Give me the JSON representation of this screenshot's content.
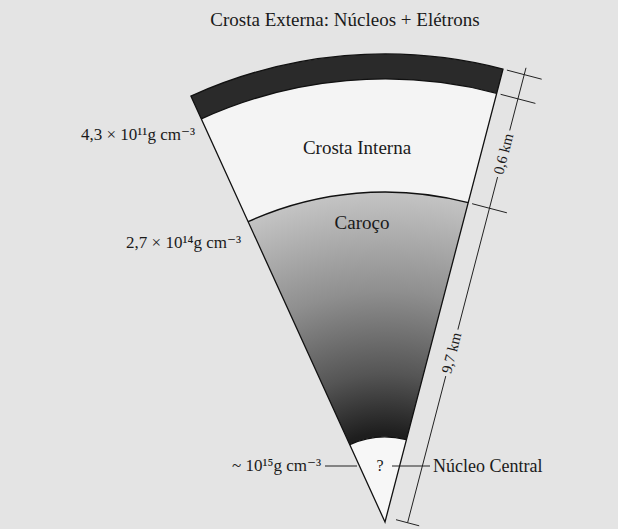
{
  "diagram": {
    "title": "Crosta Externa: Núcleos + Elétrons",
    "nodes": [
      {
        "text": [
          "Crosta Interna"
        ]
      },
      {
        "text": [
          "Caroço"
        ]
      },
      {
        "text": [
          "?"
        ]
      }
    ],
    "labels": [
      "4,3 × 10¹¹g cm⁻³",
      "2,7 × 10¹⁴g cm⁻³",
      "~ 10¹⁵g cm⁻³",
      "0,6 km",
      "9,7 km",
      "Núcleo Central"
    ]
  }
}
